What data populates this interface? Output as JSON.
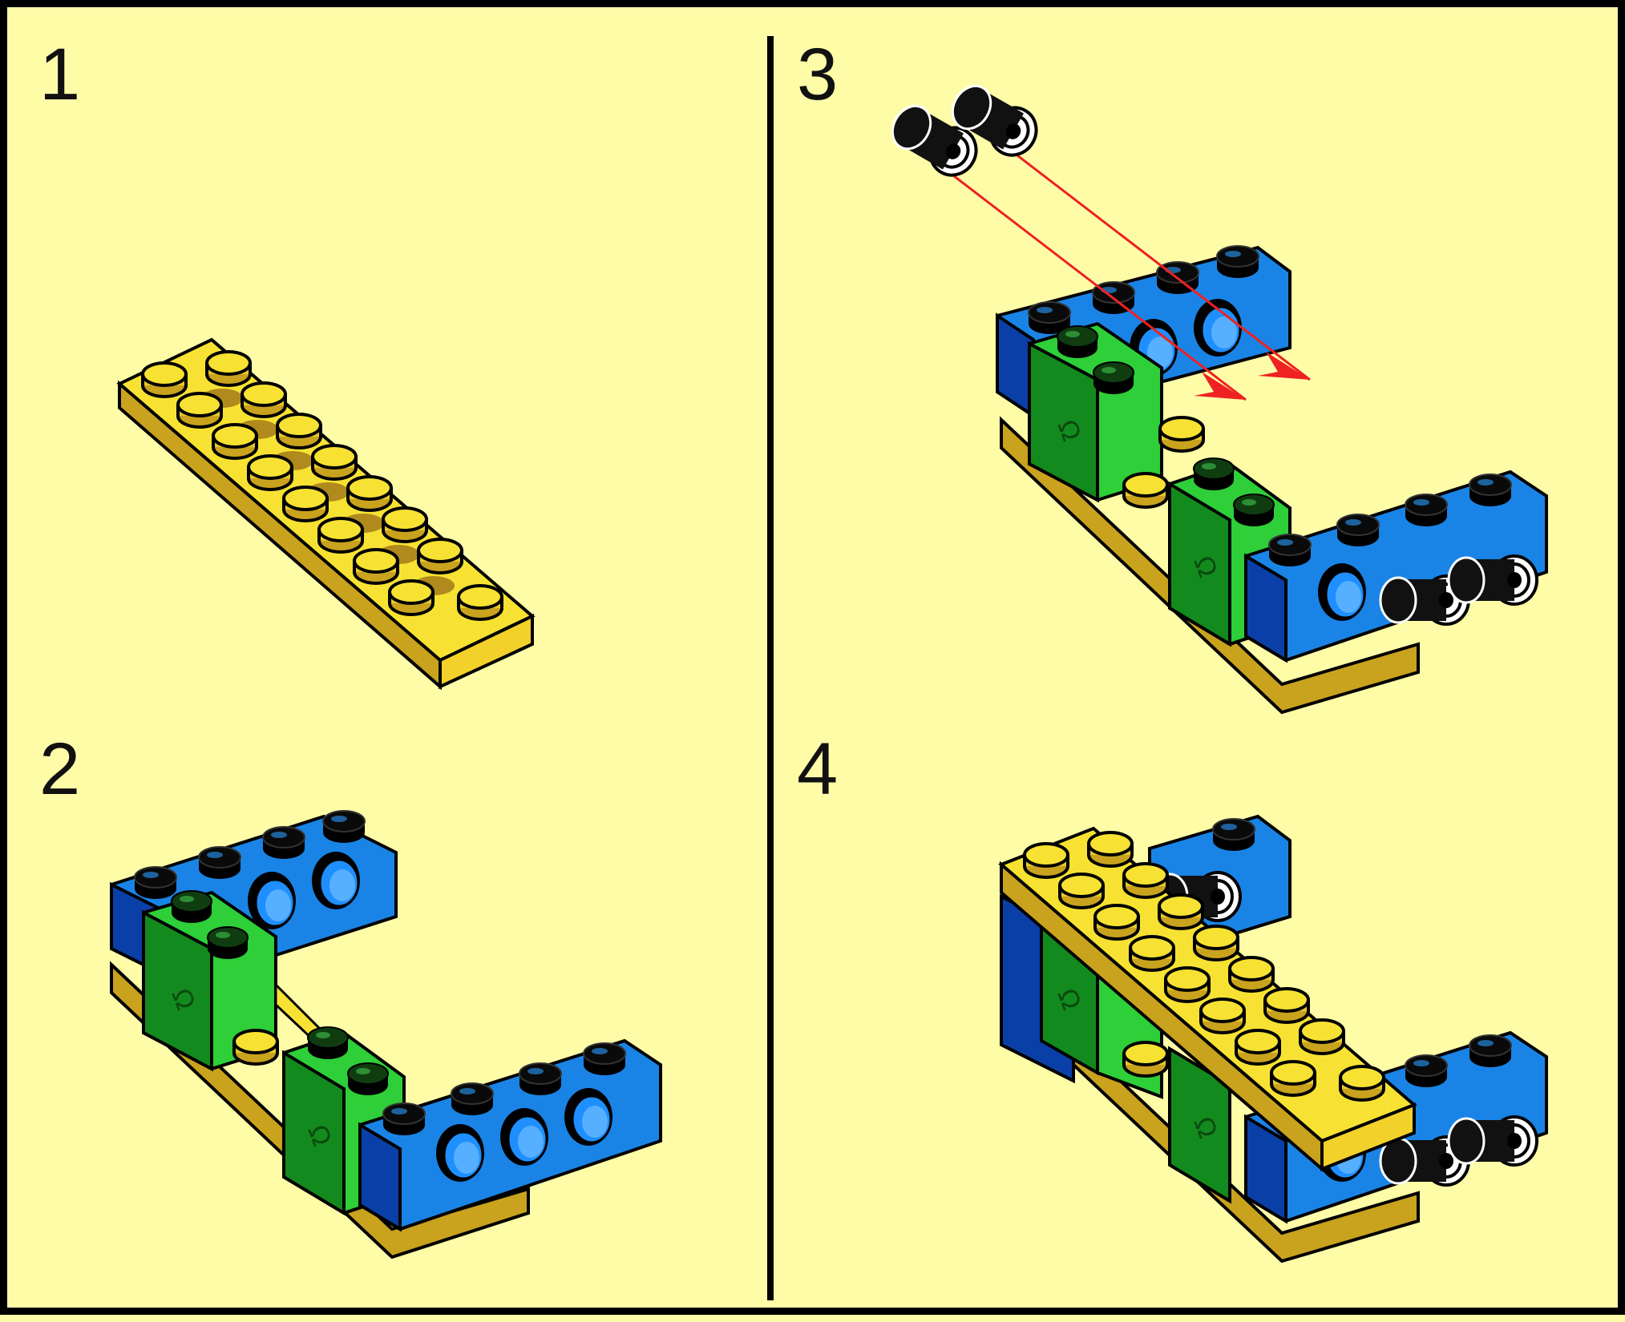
{
  "steps": [
    {
      "number": "1"
    },
    {
      "number": "2"
    },
    {
      "number": "3"
    },
    {
      "number": "4"
    }
  ],
  "colors": {
    "background": "#fffca8",
    "plate_yellow": "#f5e12b",
    "plate_side": "#d8b12a",
    "beam_blue": "#1a84e6",
    "beam_blue_dark": "#0b3fa8",
    "brick_green": "#2ecf38",
    "brick_green_dark": "#138a1d",
    "pin_black": "#111111",
    "arrow_red": "#ee2222"
  },
  "icons": [
    "lego-plate",
    "technic-beam",
    "technic-brick",
    "friction-pin",
    "assembly-arrow"
  ]
}
